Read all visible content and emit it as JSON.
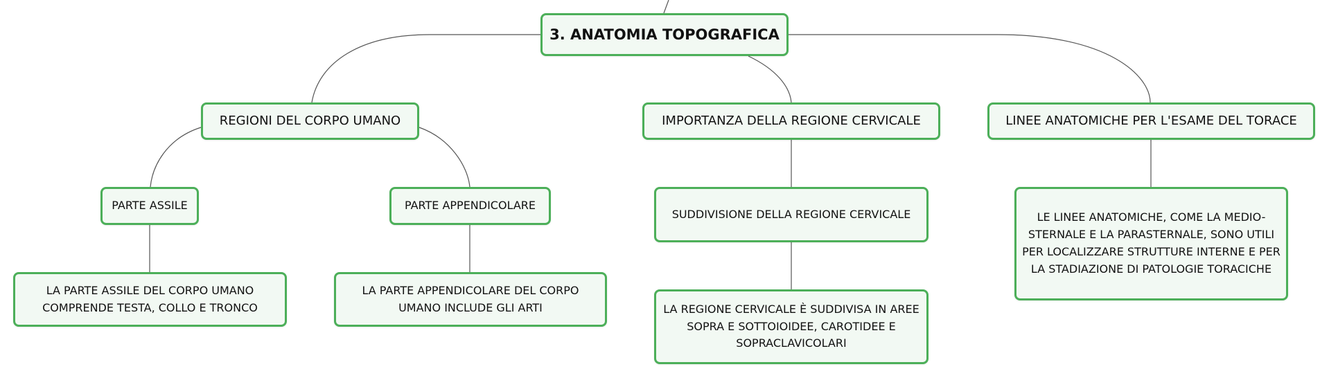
{
  "root": {
    "label": "3. ANATOMIA TOPOGRAFICA"
  },
  "branches": [
    {
      "label": "REGIONI DEL CORPO UMANO",
      "children": [
        {
          "label": "PARTE ASSILE",
          "detail": "LA PARTE ASSILE DEL CORPO UMANO COMPRENDE TESTA, COLLO E TRONCO"
        },
        {
          "label": "PARTE APPENDICOLARE",
          "detail": "LA PARTE APPENDICOLARE DEL CORPO UMANO INCLUDE GLI ARTI"
        }
      ]
    },
    {
      "label": "IMPORTANZA DELLA REGIONE CERVICALE",
      "children": [
        {
          "label": "SUDDIVISIONE DELLA REGIONE CERVICALE",
          "detail": "LA REGIONE CERVICALE È SUDDIVISA IN AREE SOPRA E SOTTOIOIDEE, CAROTIDEE E SOPRACLAVICOLARI"
        }
      ]
    },
    {
      "label": "LINEE ANATOMICHE PER L'ESAME DEL TORACE",
      "detail": "LE LINEE ANATOMICHE, COME LA MEDIO-STERNALE E LA PARASTERNALE, SONO UTILI PER LOCALIZZARE STRUTTURE INTERNE E PER LA STADIAZIONE DI PATOLOGIE TORACICHE"
    }
  ],
  "colors": {
    "node_border": "#4caf59",
    "node_fill": "#f2f9f3",
    "connector": "#555555",
    "text": "#111111"
  }
}
